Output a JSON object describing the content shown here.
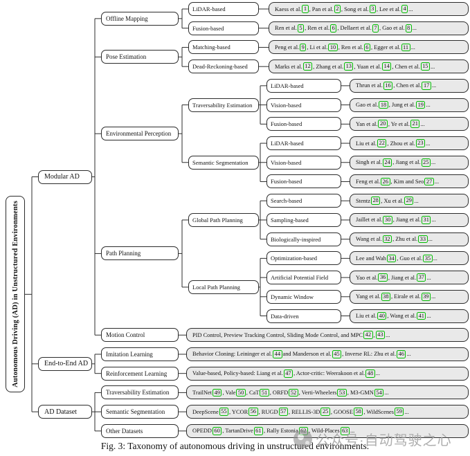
{
  "figure": {
    "caption": "Fig. 3: Taxonomy of autonomous driving in unstructured environments.",
    "watermark": "公众号·自动驾驶之心"
  },
  "colors": {
    "citation_green": "#00bd00",
    "leaf_background": "#e9e9e9",
    "line_color": "#2b2b2b"
  },
  "tree": {
    "label": "Autonomous Driving (AD) in Unstructured Environments",
    "children": [
      {
        "label": "Modular AD",
        "children": [
          {
            "label": "Offline Mapping",
            "children": [
              {
                "label": "LiDAR-based",
                "leaf": 0
              },
              {
                "label": "Fusion-based",
                "leaf": 1
              }
            ]
          },
          {
            "label": "Pose Estimation",
            "children": [
              {
                "label": "Matching-based",
                "leaf": 2
              },
              {
                "label": "Dead-Reckoning-based",
                "leaf": 3
              }
            ]
          },
          {
            "label": "Environmental Perception",
            "children": [
              {
                "label": "Traversability Estimation",
                "children": [
                  {
                    "label": "LiDAR-based",
                    "leaf": 4
                  },
                  {
                    "label": "Vision-based",
                    "leaf": 5
                  },
                  {
                    "label": "Fusion-based",
                    "leaf": 6
                  }
                ]
              },
              {
                "label": "Semantic Segmentation",
                "children": [
                  {
                    "label": "LiDAR-based",
                    "leaf": 7
                  },
                  {
                    "label": "Vision-based",
                    "leaf": 8
                  },
                  {
                    "label": "Fusion-based",
                    "leaf": 9
                  }
                ]
              }
            ]
          },
          {
            "label": "Path Planning",
            "children": [
              {
                "label": "Global Path Planning",
                "children": [
                  {
                    "label": "Search-based",
                    "leaf": 10
                  },
                  {
                    "label": "Sampling-based",
                    "leaf": 11
                  },
                  {
                    "label": "Biologically-inspired",
                    "leaf": 12
                  }
                ]
              },
              {
                "label": "Local Path Planning",
                "children": [
                  {
                    "label": "Optimization-based",
                    "leaf": 13
                  },
                  {
                    "label": "Artificial Potential Field",
                    "leaf": 14
                  },
                  {
                    "label": "Dynamic Window",
                    "leaf": 15
                  },
                  {
                    "label": "Data-driven",
                    "leaf": 16
                  }
                ]
              }
            ]
          },
          {
            "label": "Motion Control",
            "leaf": 17
          }
        ]
      },
      {
        "label": "End-to-End AD",
        "children": [
          {
            "label": "Imitation Learning",
            "leaf": 18
          },
          {
            "label": "Reinforcement Learning",
            "leaf": 19
          }
        ]
      },
      {
        "label": "AD Dataset",
        "children": [
          {
            "label": "Traversability Estimation",
            "leaf": 20
          },
          {
            "label": "Semantic Segmentation",
            "leaf": 21
          },
          {
            "label": "Other Datasets",
            "leaf": 22
          }
        ]
      }
    ]
  },
  "leaves": [
    [
      {
        "t": "Kaess et al. "
      },
      {
        "c": "1"
      },
      {
        "t": ", Pan et al. "
      },
      {
        "c": "2"
      },
      {
        "t": ", Song et al. "
      },
      {
        "c": "3"
      },
      {
        "t": ", Lee et al. "
      },
      {
        "c": "4"
      },
      {
        "t": "..."
      }
    ],
    [
      {
        "t": "Ren et al. "
      },
      {
        "c": "5"
      },
      {
        "t": ", Ren et al. "
      },
      {
        "c": "6"
      },
      {
        "t": ", Dellaert et al. "
      },
      {
        "c": "7"
      },
      {
        "t": ", Gao et al. "
      },
      {
        "c": "8"
      },
      {
        "t": "..."
      }
    ],
    [
      {
        "t": "Peng et al. "
      },
      {
        "c": "9"
      },
      {
        "t": ", Li et al. "
      },
      {
        "c": "10"
      },
      {
        "t": ", Ren et al. "
      },
      {
        "c": "6"
      },
      {
        "t": ", Egger et al. "
      },
      {
        "c": "11"
      },
      {
        "t": "..."
      }
    ],
    [
      {
        "t": "Marks et al. "
      },
      {
        "c": "12"
      },
      {
        "t": ", Zhang et al. "
      },
      {
        "c": "13"
      },
      {
        "t": ", Yuan et al. "
      },
      {
        "c": "14"
      },
      {
        "t": ", Chen et al. "
      },
      {
        "c": "15"
      },
      {
        "t": "..."
      }
    ],
    [
      {
        "t": "Thrun et al. "
      },
      {
        "c": "16"
      },
      {
        "t": ", Chen et al. "
      },
      {
        "c": "17"
      },
      {
        "t": "..."
      }
    ],
    [
      {
        "t": "Gao et al. "
      },
      {
        "c": "18"
      },
      {
        "t": ", Jung et al. "
      },
      {
        "c": "19"
      },
      {
        "t": "..."
      }
    ],
    [
      {
        "t": "Yan et al. "
      },
      {
        "c": "20"
      },
      {
        "t": ", Ye et al. "
      },
      {
        "c": "21"
      },
      {
        "t": "..."
      }
    ],
    [
      {
        "t": "Liu et al. "
      },
      {
        "c": "22"
      },
      {
        "t": ", Zhou et al. "
      },
      {
        "c": "23"
      },
      {
        "t": "..."
      }
    ],
    [
      {
        "t": "Singh et al. "
      },
      {
        "c": "24"
      },
      {
        "t": ", Jiang et al. "
      },
      {
        "c": "25"
      },
      {
        "t": "..."
      }
    ],
    [
      {
        "t": "Feng et al. "
      },
      {
        "c": "26"
      },
      {
        "t": ", Kim and Seo "
      },
      {
        "c": "27"
      },
      {
        "t": "..."
      }
    ],
    [
      {
        "t": "Stentz "
      },
      {
        "c": "28"
      },
      {
        "t": ", Xu et al. "
      },
      {
        "c": "29"
      },
      {
        "t": "..."
      }
    ],
    [
      {
        "t": "Jaillet et al. "
      },
      {
        "c": "30"
      },
      {
        "t": ", Jiang et al. "
      },
      {
        "c": "31"
      },
      {
        "t": "..."
      }
    ],
    [
      {
        "t": "Wang et al. "
      },
      {
        "c": "32"
      },
      {
        "t": ", Zhu et al. "
      },
      {
        "c": "33"
      },
      {
        "t": "..."
      }
    ],
    [
      {
        "t": "Lee and Wah "
      },
      {
        "c": "34"
      },
      {
        "t": ", Guo et al. "
      },
      {
        "c": "35"
      },
      {
        "t": "..."
      }
    ],
    [
      {
        "t": "Yao et al. "
      },
      {
        "c": "36"
      },
      {
        "t": ", Jiang et al. "
      },
      {
        "c": "37"
      },
      {
        "t": "..."
      }
    ],
    [
      {
        "t": "Yang et al. "
      },
      {
        "c": "38"
      },
      {
        "t": ", Eirale et al. "
      },
      {
        "c": "39"
      },
      {
        "t": "..."
      }
    ],
    [
      {
        "t": "Liu et al. "
      },
      {
        "c": "40"
      },
      {
        "t": ", Wang et al. "
      },
      {
        "c": "41"
      },
      {
        "t": "..."
      }
    ],
    [
      {
        "t": "PID Control, Preview Tracking Control, Sliding Mode Control, and MPC "
      },
      {
        "c": "42"
      },
      {
        "t": ", "
      },
      {
        "c": "43"
      },
      {
        "t": "..."
      }
    ],
    [
      {
        "t": "Behavior Cloning: Leininger et al. "
      },
      {
        "c": "44"
      },
      {
        "t": " and Manderson et al. "
      },
      {
        "c": "45"
      },
      {
        "t": ", Inverse RL: Zhu et al. "
      },
      {
        "c": "46"
      },
      {
        "t": "..."
      }
    ],
    [
      {
        "t": "Value-based, Policy-based: Liang et al. "
      },
      {
        "c": "47"
      },
      {
        "t": ", Actor-critic: Weerakoon et al. "
      },
      {
        "c": "48"
      },
      {
        "t": "..."
      }
    ],
    [
      {
        "t": "TrailNet "
      },
      {
        "c": "49"
      },
      {
        "t": ", Vale "
      },
      {
        "c": "50"
      },
      {
        "t": ", CaT "
      },
      {
        "c": "51"
      },
      {
        "t": ", ORFD "
      },
      {
        "c": "52"
      },
      {
        "t": ", Verti-Wheelers "
      },
      {
        "c": "53"
      },
      {
        "t": ", M3-GMN "
      },
      {
        "c": "54"
      },
      {
        "t": "..."
      }
    ],
    [
      {
        "t": "DeepScene "
      },
      {
        "c": "55"
      },
      {
        "t": ", YCOR "
      },
      {
        "c": "56"
      },
      {
        "t": ", RUGD "
      },
      {
        "c": "57"
      },
      {
        "t": ", RELLIS-3D "
      },
      {
        "c": "25"
      },
      {
        "t": ", GOOSE "
      },
      {
        "c": "58"
      },
      {
        "t": ", WildScenes "
      },
      {
        "c": "59"
      },
      {
        "t": "..."
      }
    ],
    [
      {
        "t": "OPEDD "
      },
      {
        "c": "60"
      },
      {
        "t": ", TartanDrive "
      },
      {
        "c": "61"
      },
      {
        "t": ", Rally Estonia "
      },
      {
        "c": "62"
      },
      {
        "t": ", Wild-Places "
      },
      {
        "c": "63"
      },
      {
        "t": "..."
      }
    ]
  ]
}
